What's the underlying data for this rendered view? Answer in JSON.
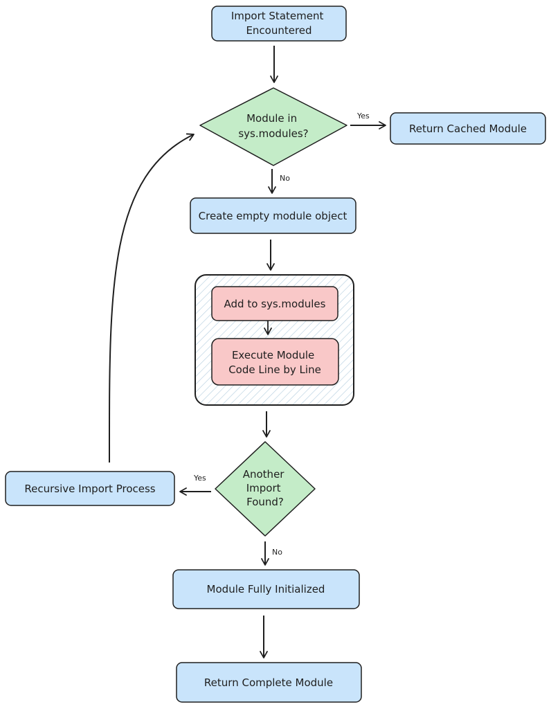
{
  "colors": {
    "process_fill": "#c9e4fb",
    "decision_fill": "#c4ecc8",
    "action_fill": "#f9c8c8",
    "group_hatch": "#b7d0e0",
    "stroke": "#1e1e1e"
  },
  "nodes": {
    "import_statement": [
      "Import Statement",
      "Encountered"
    ],
    "module_in_sys": [
      "Module in",
      "sys.modules?"
    ],
    "return_cached": "Return Cached Module",
    "create_empty": "Create empty module object",
    "add_to_sys": "Add to sys.modules",
    "execute_module": [
      "Execute Module",
      "Code Line by Line"
    ],
    "another_import": [
      "Another",
      "Import",
      "Found?"
    ],
    "recursive_import": "Recursive Import Process",
    "module_initialized": "Module Fully Initialized",
    "return_complete": "Return Complete Module"
  },
  "edges": {
    "yes_cached": "Yes",
    "no_create": "No",
    "yes_recursive": "Yes",
    "no_initialized": "No"
  }
}
